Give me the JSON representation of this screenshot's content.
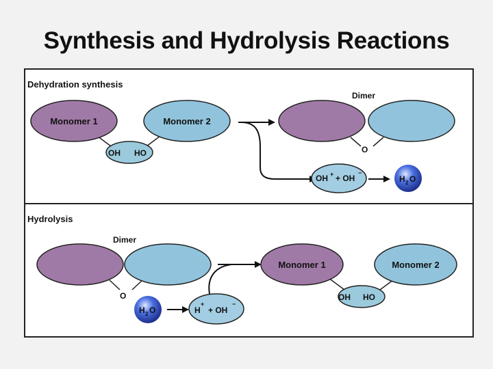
{
  "title": "Synthesis and Hydrolysis Reactions",
  "colors": {
    "monomer1": "#a07aa6",
    "monomer2": "#91c4dc",
    "ion_bubble": "#a3cde2",
    "water_core": "#3b5fcf",
    "outline": "#222222"
  },
  "dehydration": {
    "heading": "Dehydration synthesis",
    "monomer1_label": "Monomer 1",
    "monomer2_label": "Monomer 2",
    "oh_label": "OH",
    "ho_label": "HO",
    "dimer_label": "Dimer",
    "bond_o_label": "O",
    "ions": {
      "oh": "OH",
      "plus": "+",
      "mid": "+ OH",
      "minus": "−"
    },
    "water": {
      "h": "H",
      "sub": "2",
      "o": "O"
    }
  },
  "hydrolysis": {
    "heading": "Hydrolysis",
    "dimer_label": "Dimer",
    "bond_o_label": "O",
    "water": {
      "h": "H",
      "sub": "2",
      "o": "O"
    },
    "ions": {
      "h": "H",
      "plus": "+",
      "mid": "+ OH",
      "minus": "−"
    },
    "monomer1_label": "Monomer 1",
    "monomer2_label": "Monomer 2",
    "oh_label": "OH",
    "ho_label": "HO"
  }
}
